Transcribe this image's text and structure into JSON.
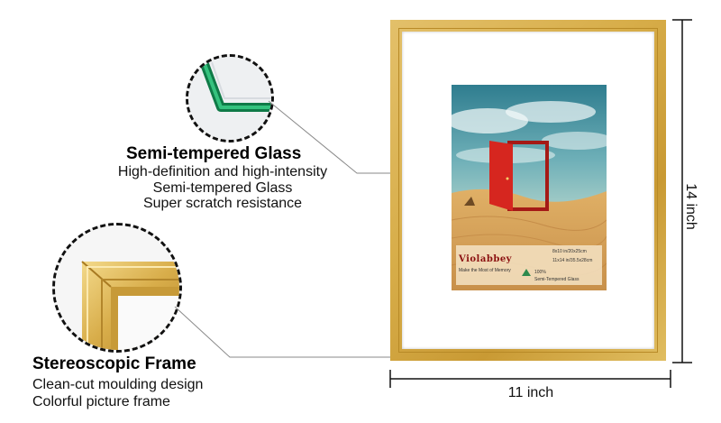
{
  "features": [
    {
      "title": "Semi-tempered Glass",
      "lines": [
        "High-definition and high-intensity",
        "Semi-tempered Glass",
        "Super scratch resistance"
      ],
      "icon": "glass-corner-icon"
    },
    {
      "title": "Stereoscopic Frame",
      "lines": [
        "Clean-cut moulding design",
        "Colorful picture frame"
      ],
      "icon": "frame-corner-icon"
    }
  ],
  "dimensions": {
    "height": "14 inch",
    "width": "11 inch"
  },
  "photo": {
    "brand": "Violabbey",
    "tagline": "Make the Most of Memory",
    "size_a": "8x10 in/20x25cm",
    "size_b": "11x14 in/35.5x28cm",
    "glass_pct": "100%",
    "glass_label": "Semi-Tempered Glass"
  },
  "colors": {
    "frame_gold": "#d7ad49",
    "door_red": "#d6261f",
    "sky_teal": "#3f8fa0",
    "sand": "#d9a65a",
    "glass_green": "#1f9a5e"
  }
}
